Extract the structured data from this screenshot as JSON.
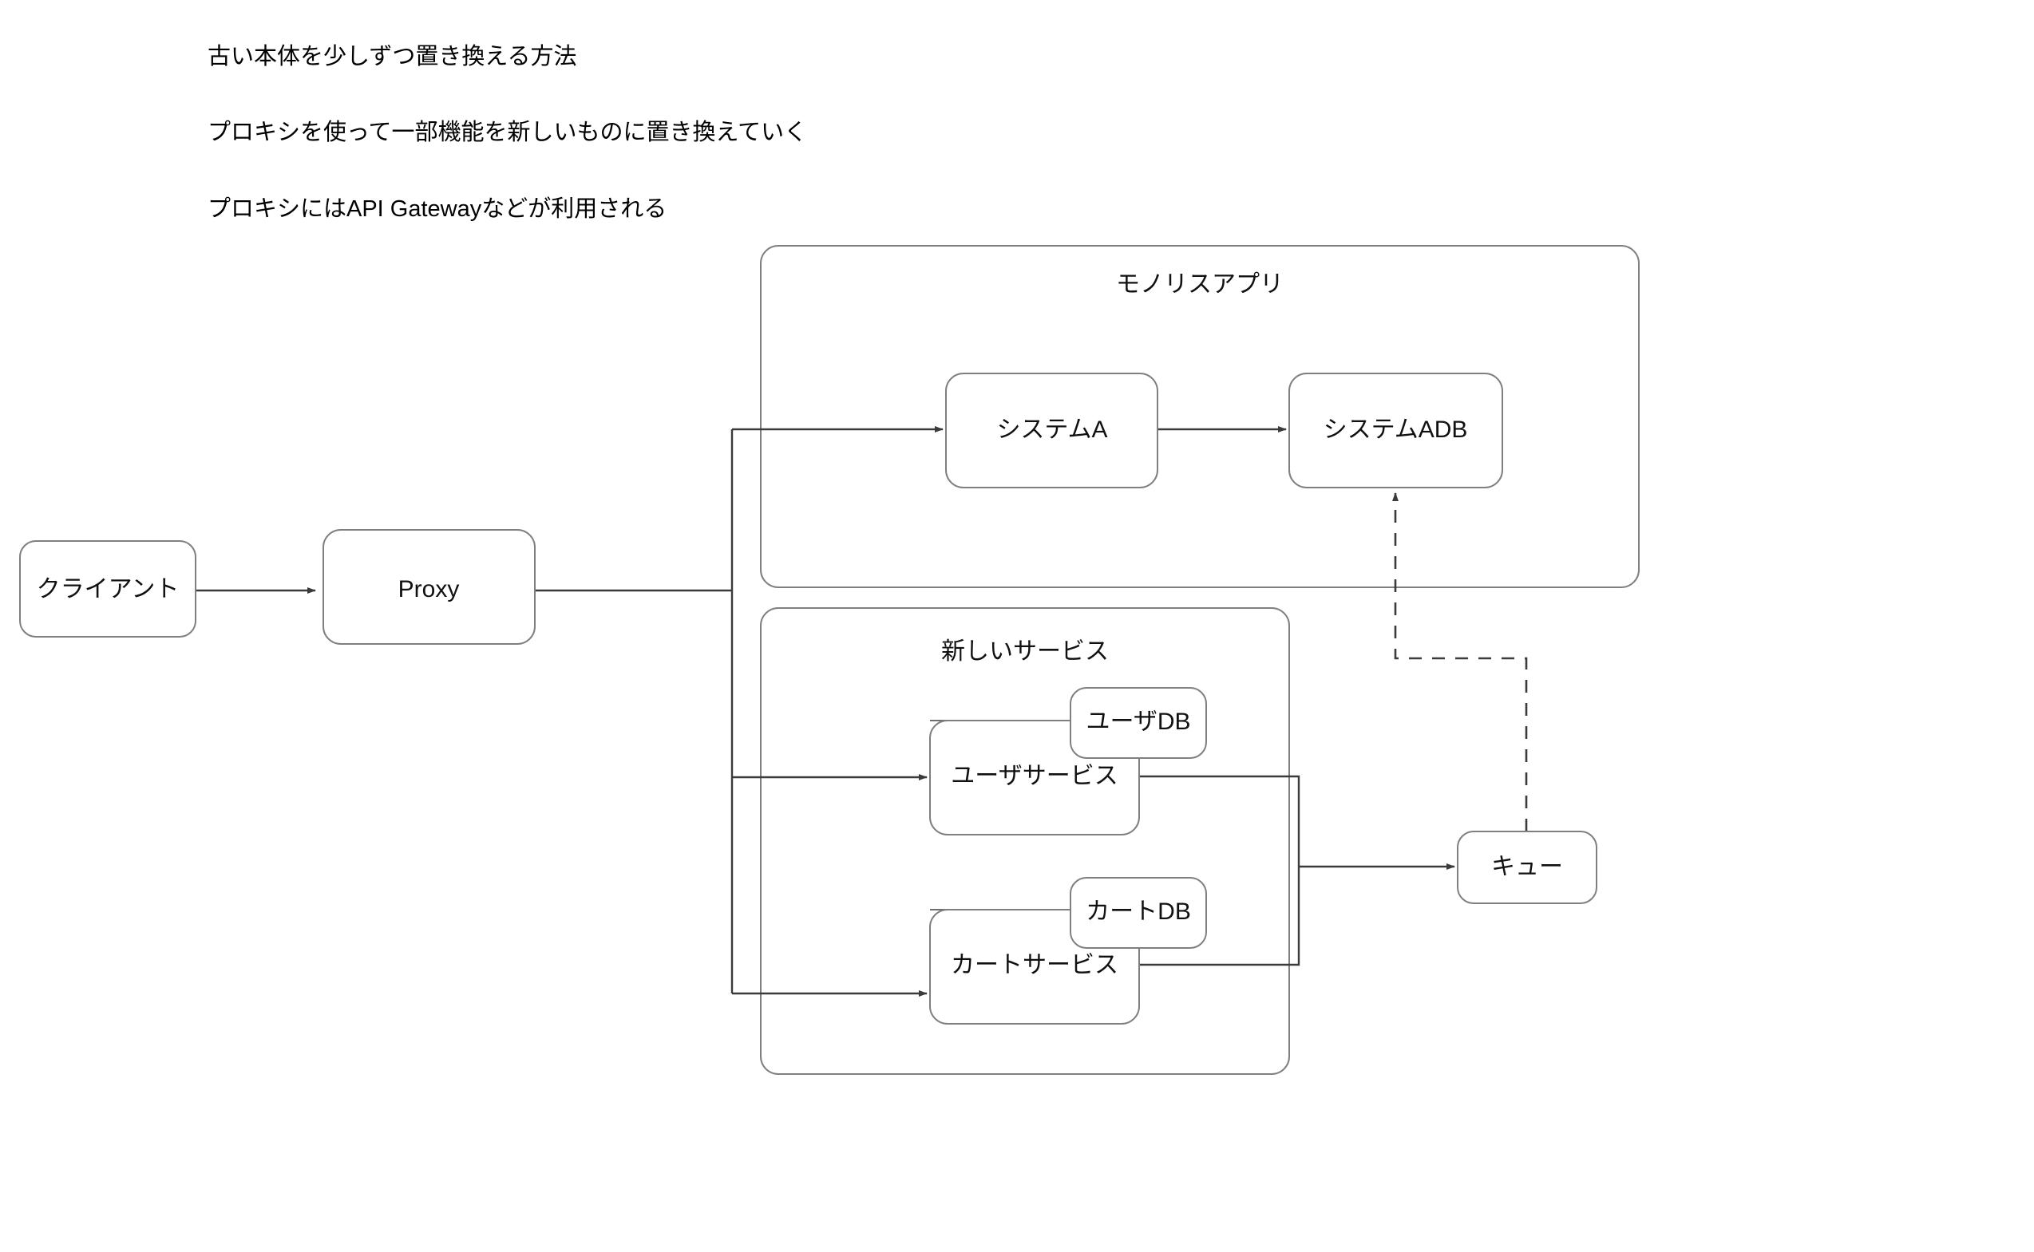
{
  "notes": [
    "古い本体を少しずつ置き換える方法",
    "プロキシを使って一部機能を新しいものに置き換えていく",
    "プロキシにはAPI Gatewayなどが利用される"
  ],
  "groups": {
    "monolith": {
      "label": "モノリスアプリ"
    },
    "new_services": {
      "label": "新しいサービス"
    }
  },
  "nodes": {
    "client": {
      "label": "クライアント"
    },
    "proxy": {
      "label": "Proxy"
    },
    "system_a": {
      "label": "システムA"
    },
    "system_adb": {
      "label": "システムADB"
    },
    "user_service": {
      "label": "ユーザサービス"
    },
    "user_db": {
      "label": "ユーザDB"
    },
    "cart_service": {
      "label": "カートサービス"
    },
    "cart_db": {
      "label": "カートDB"
    },
    "queue": {
      "label": "キュー"
    }
  },
  "colors": {
    "background": "#ffffff",
    "node_border": "#7f7f7f",
    "node_fill": "#ffffff",
    "edge": "#3b3b3b",
    "edge_thin": "#6e6e6e",
    "text": "#111111"
  },
  "edges": [
    {
      "from": "client",
      "to": "proxy",
      "style": "solid"
    },
    {
      "from": "proxy",
      "to": "system_a",
      "style": "solid"
    },
    {
      "from": "system_a",
      "to": "system_adb",
      "style": "solid"
    },
    {
      "from": "proxy",
      "to": "user_service",
      "style": "solid"
    },
    {
      "from": "proxy",
      "to": "cart_service",
      "style": "solid"
    },
    {
      "from": "user_service",
      "to": "user_db",
      "style": "solid"
    },
    {
      "from": "cart_service",
      "to": "cart_db",
      "style": "solid"
    },
    {
      "from": "user_service",
      "to": "queue",
      "style": "solid"
    },
    {
      "from": "cart_service",
      "to": "queue",
      "style": "solid"
    },
    {
      "from": "queue",
      "to": "system_adb",
      "style": "dashed"
    }
  ]
}
